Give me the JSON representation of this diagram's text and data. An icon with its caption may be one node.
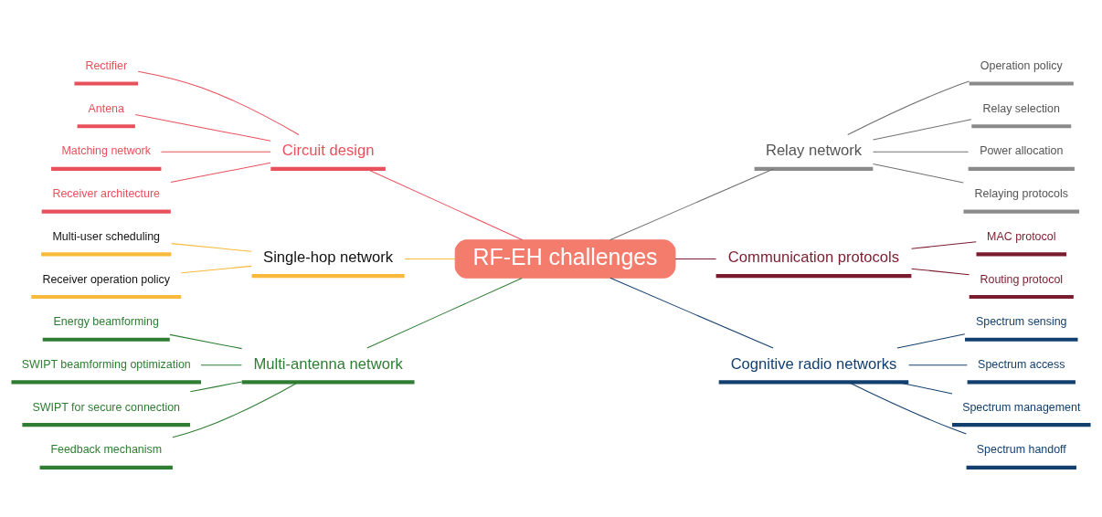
{
  "diagram": {
    "nodes": [
      {
        "text": [
          "RF-EH challenges"
        ]
      },
      {
        "text": [
          "Circuit design"
        ]
      },
      {
        "text": [
          "Rectifier"
        ]
      },
      {
        "text": [
          "Antena"
        ]
      },
      {
        "text": [
          "Matching network"
        ]
      },
      {
        "text": [
          "Receiver architecture"
        ]
      },
      {
        "text": [
          "Single-hop network"
        ]
      },
      {
        "text": [
          "Multi-user scheduling"
        ]
      },
      {
        "text": [
          "Receiver operation policy"
        ]
      },
      {
        "text": [
          "Multi-antenna network"
        ]
      },
      {
        "text": [
          "Energy beamforming"
        ]
      },
      {
        "text": [
          "SWIPT beamforming optimization"
        ]
      },
      {
        "text": [
          "SWIPT for secure connection"
        ]
      },
      {
        "text": [
          "Feedback mechanism"
        ]
      },
      {
        "text": [
          "Relay network"
        ]
      },
      {
        "text": [
          "Operation policy"
        ]
      },
      {
        "text": [
          "Relay selection"
        ]
      },
      {
        "text": [
          "Power allocation"
        ]
      },
      {
        "text": [
          "Relaying protocols"
        ]
      },
      {
        "text": [
          "Communication protocols"
        ]
      },
      {
        "text": [
          "MAC protocol"
        ]
      },
      {
        "text": [
          "Routing protocol"
        ]
      },
      {
        "text": [
          "Cognitive radio networks"
        ]
      },
      {
        "text": [
          "Spectrum sensing"
        ]
      },
      {
        "text": [
          "Spectrum access"
        ]
      },
      {
        "text": [
          "Spectrum management"
        ]
      },
      {
        "text": [
          "Spectrum handoff"
        ]
      }
    ],
    "edges": [
      {
        "from": 0,
        "to": 1,
        "arrow": "none",
        "color": "#e8505b"
      },
      {
        "from": 1,
        "to": 2,
        "arrow": "none",
        "color": "#e8505b"
      },
      {
        "from": 1,
        "to": 3,
        "arrow": "none",
        "color": "#e8505b"
      },
      {
        "from": 1,
        "to": 4,
        "arrow": "none",
        "color": "#e8505b"
      },
      {
        "from": 1,
        "to": 5,
        "arrow": "none",
        "color": "#e8505b"
      },
      {
        "from": 0,
        "to": 6,
        "arrow": "none",
        "color": "#f9b93a"
      },
      {
        "from": 6,
        "to": 7,
        "arrow": "none",
        "color": "#f9b93a"
      },
      {
        "from": 6,
        "to": 8,
        "arrow": "none",
        "color": "#f9b93a"
      },
      {
        "from": 0,
        "to": 9,
        "arrow": "none",
        "color": "#2e7d32"
      },
      {
        "from": 9,
        "to": 10,
        "arrow": "none",
        "color": "#2e7d32"
      },
      {
        "from": 9,
        "to": 11,
        "arrow": "none",
        "color": "#2e7d32"
      },
      {
        "from": 9,
        "to": 12,
        "arrow": "none",
        "color": "#2e7d32"
      },
      {
        "from": 9,
        "to": 13,
        "arrow": "none",
        "color": "#2e7d32"
      },
      {
        "from": 0,
        "to": 14,
        "arrow": "none",
        "color": "#707070"
      },
      {
        "from": 14,
        "to": 15,
        "arrow": "none",
        "color": "#707070"
      },
      {
        "from": 14,
        "to": 16,
        "arrow": "none",
        "color": "#707070"
      },
      {
        "from": 14,
        "to": 17,
        "arrow": "none",
        "color": "#707070"
      },
      {
        "from": 14,
        "to": 18,
        "arrow": "none",
        "color": "#707070"
      },
      {
        "from": 0,
        "to": 19,
        "arrow": "none",
        "color": "#7b1c2e"
      },
      {
        "from": 19,
        "to": 20,
        "arrow": "none",
        "color": "#7b1c2e"
      },
      {
        "from": 19,
        "to": 21,
        "arrow": "none",
        "color": "#7b1c2e"
      },
      {
        "from": 0,
        "to": 22,
        "arrow": "none",
        "color": "#123f6e"
      },
      {
        "from": 22,
        "to": 23,
        "arrow": "none",
        "color": "#123f6e"
      },
      {
        "from": 22,
        "to": 24,
        "arrow": "none",
        "color": "#123f6e"
      },
      {
        "from": 22,
        "to": 25,
        "arrow": "none",
        "color": "#123f6e"
      },
      {
        "from": 22,
        "to": 26,
        "arrow": "none",
        "color": "#123f6e"
      }
    ]
  }
}
